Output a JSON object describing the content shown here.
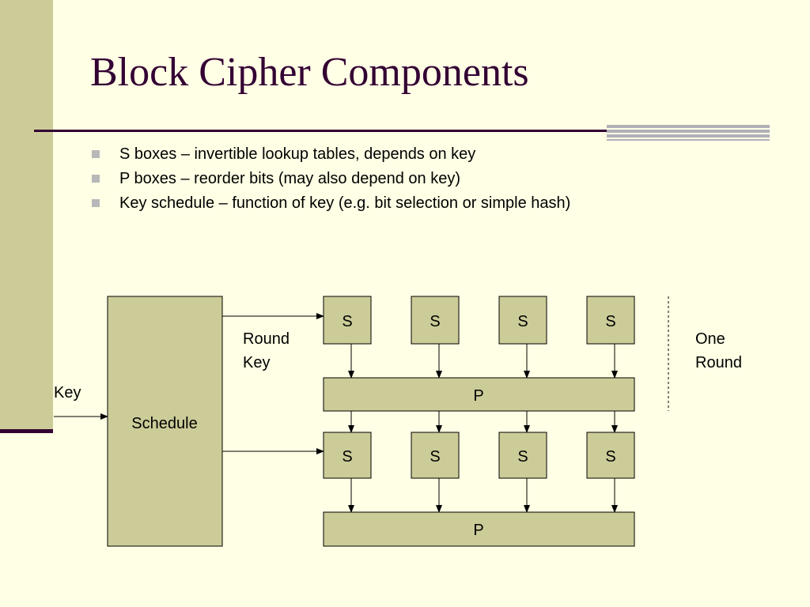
{
  "title": "Block Cipher Components",
  "bullets": [
    "S boxes – invertible lookup tables, depends on key",
    "P boxes – reorder bits (may also depend on key)",
    "Key schedule – function of key (e.g. bit selection or simple hash)"
  ],
  "diagram": {
    "key_label": "Key",
    "schedule_label": "Schedule",
    "round_key_label_line1": "Round",
    "round_key_label_line2": "Key",
    "one_round_label_line1": "One",
    "one_round_label_line2": "Round",
    "sbox_label": "S",
    "pbox_label": "P"
  },
  "colors": {
    "background": "#FFFFE5",
    "box_fill": "#CCCC99",
    "title": "#330033",
    "accent_bar": "#CCCC99",
    "bullet": "#B8B8B8"
  }
}
